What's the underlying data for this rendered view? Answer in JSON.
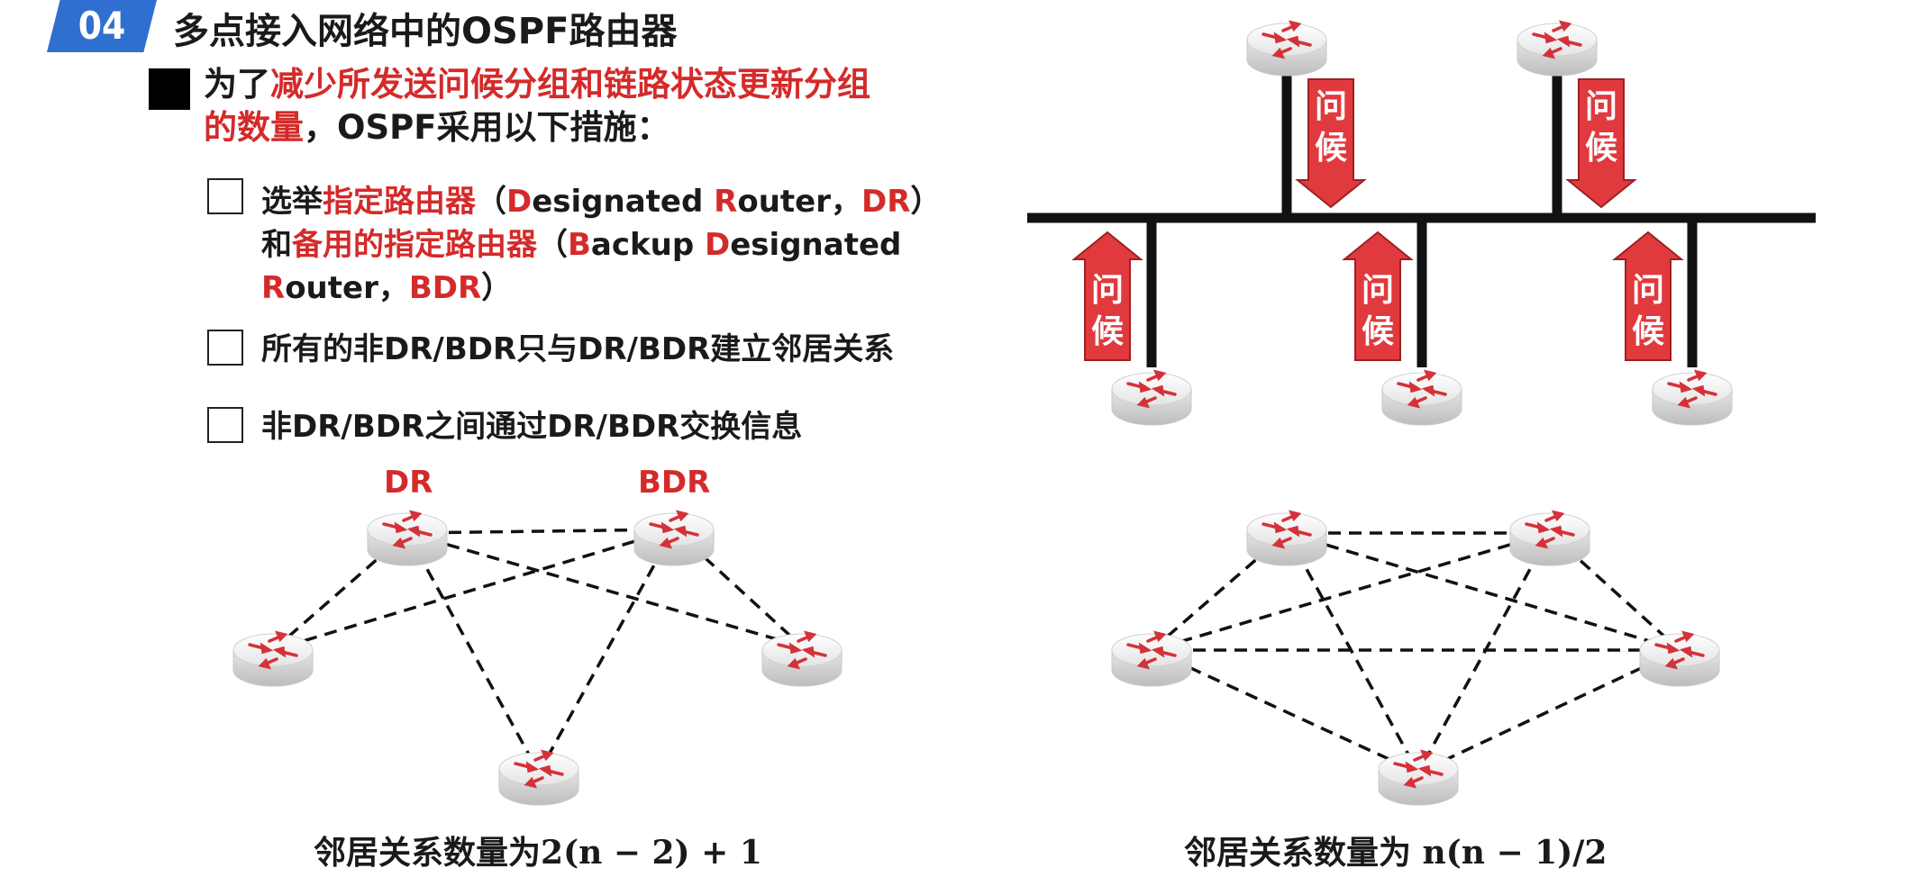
{
  "header": {
    "badge": "04",
    "title": "多点接入网络中的OSPF路由器"
  },
  "intro": {
    "prefix": "为了",
    "highlight_1": "减少所发送问候分组和链路状态更新分组",
    "highlight_2": "的数量",
    "suffix": "，OSPF采用以下措施："
  },
  "items": [
    {
      "line1_a": "选举",
      "line1_b": "指定路由器",
      "line1_c": "（",
      "line1_d": "D",
      "line1_e": "esignated ",
      "line1_f": "R",
      "line1_g": "outer，",
      "line1_h": "DR",
      "line1_i": "）",
      "line2_a": "和",
      "line2_b": "备用的指定路由器",
      "line2_c": "（",
      "line2_d": "B",
      "line2_e": "ackup ",
      "line2_f": "D",
      "line2_g": "esignated",
      "line3_a": "R",
      "line3_b": "outer，",
      "line3_c": "BDR",
      "line3_d": "）"
    },
    {
      "text": "所有的非DR/BDR只与DR/BDR建立邻居关系"
    },
    {
      "text": "非DR/BDR之间通过DR/BDR交换信息"
    }
  ],
  "left_diagram": {
    "dr_label": "DR",
    "bdr_label": "BDR",
    "formula_text": "邻居关系数量为",
    "formula_math": "2(n − 2) + 1"
  },
  "right_diagram": {
    "formula_text": "邻居关系数量为 ",
    "formula_math": "n(n − 1)/2"
  },
  "bus_diagram": {
    "hello_top_1": "问候",
    "hello_top_2": "问候",
    "hello_bottom_1": "问候",
    "hello_bottom_2": "问候",
    "hello_bottom_3": "问候"
  },
  "colors": {
    "accent_red": "#d42a2a",
    "badge_blue": "#2f6fcf",
    "hello_red": "#e03a3e"
  }
}
